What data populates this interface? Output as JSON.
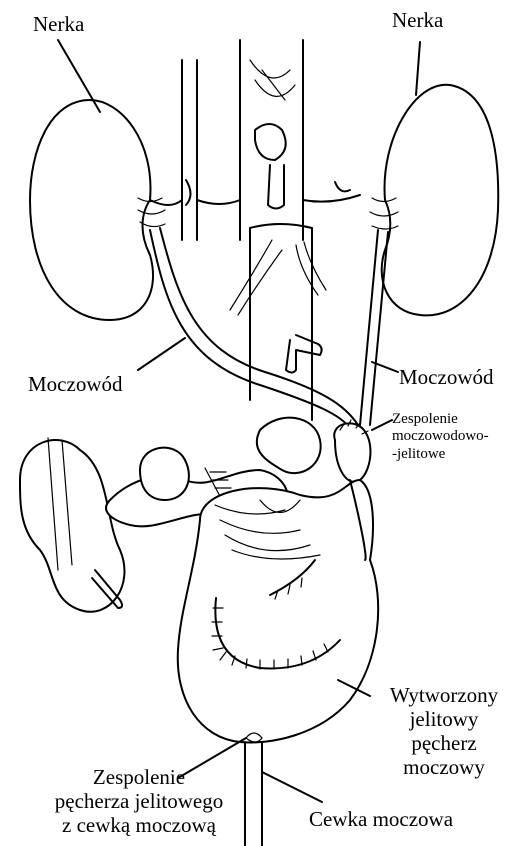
{
  "labels": {
    "kidney_left": "Nerka",
    "kidney_right": "Nerka",
    "ureter_left": "Moczowód",
    "ureter_right": "Moczowód",
    "anastomosis_ureter_line1": "Zespolenie",
    "anastomosis_ureter_line2": "moczowodowo-",
    "anastomosis_ureter_line3": "-jelitowe",
    "neobladder_line1": "Wytworzony",
    "neobladder_line2": "jelitowy",
    "neobladder_line3": "pęcherz",
    "neobladder_line4": "moczowy",
    "anastomosis_urethra_line1": "Zespolenie",
    "anastomosis_urethra_line2": "pęcherza jelitowego",
    "anastomosis_urethra_line3": "z cewką moczową",
    "urethra": "Cewka moczowa"
  },
  "colors": {
    "ink": "#000000",
    "background": "#ffffff"
  }
}
